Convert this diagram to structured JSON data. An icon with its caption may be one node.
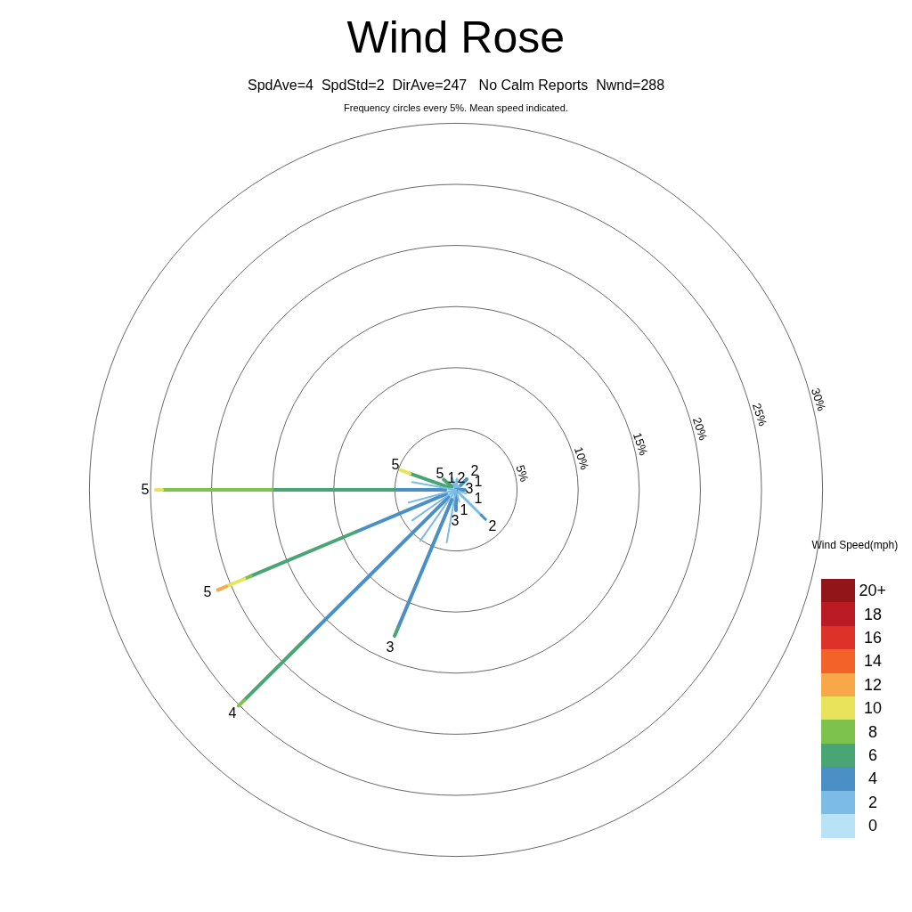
{
  "diagram": {
    "title": "Wind Rose",
    "labels": [
      "SpdAve=4  SpdStd=2  DirAve=247   No Calm Reports  Nwnd=288",
      "Frequency circles every 5%. Mean speed indicated.",
      "5%",
      "10%",
      "15%",
      "20%",
      "25%",
      "30%",
      "5",
      "2",
      "5",
      "1",
      "2",
      "1",
      "3",
      "5",
      "1",
      "1",
      "3",
      "2",
      "5",
      "3",
      "4",
      "Wind Speed(mph)"
    ],
    "legend": [
      {
        "text": "20+",
        "color": "#921519"
      },
      {
        "text": "18",
        "color": "#bb1b24"
      },
      {
        "text": "16",
        "color": "#dc3228"
      },
      {
        "text": "14",
        "color": "#f2632a"
      },
      {
        "text": "12",
        "color": "#f8a848"
      },
      {
        "text": "10",
        "color": "#e7e35a"
      },
      {
        "text": "8",
        "color": "#7dc24d"
      },
      {
        "text": "6",
        "color": "#4aa574"
      },
      {
        "text": "4",
        "color": "#4a8fc6"
      },
      {
        "text": "2",
        "color": "#7bbbe6"
      },
      {
        "text": "0",
        "color": "#b8e3f7"
      }
    ]
  }
}
